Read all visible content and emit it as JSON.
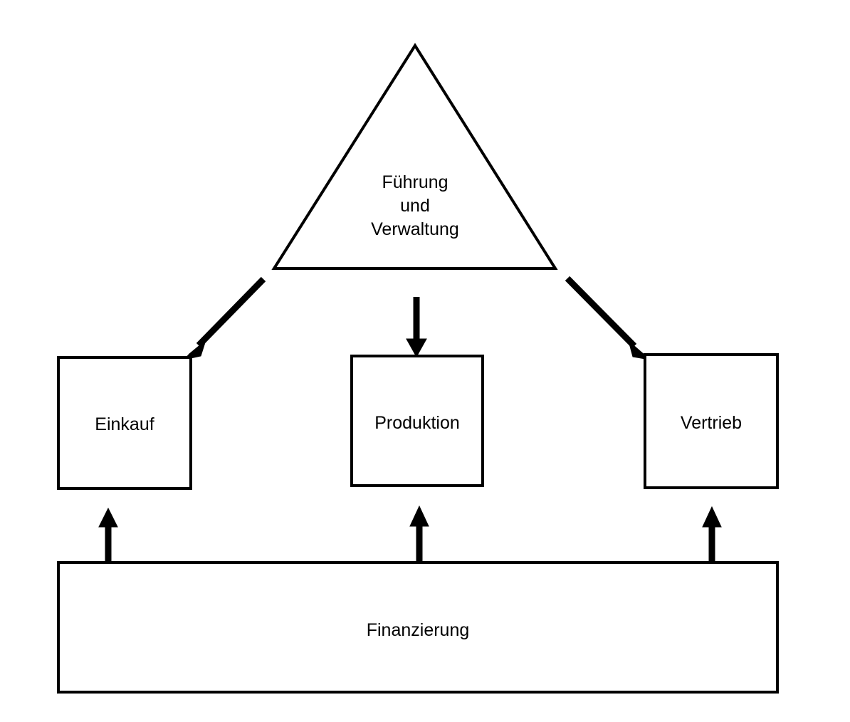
{
  "diagram": {
    "type": "organizational-structure-diagram",
    "language": "de",
    "background_color": "#ffffff",
    "stroke_color": "#000000",
    "text_color": "#000000",
    "nodes": {
      "leadership": {
        "shape": "triangle",
        "label": "Führung\nund\nVerwaltung",
        "lines": [
          "Führung",
          "und",
          "Verwaltung"
        ]
      },
      "purchasing": {
        "shape": "rectangle",
        "label": "Einkauf"
      },
      "production": {
        "shape": "rectangle",
        "label": "Produktion"
      },
      "sales": {
        "shape": "rectangle",
        "label": "Vertrieb"
      },
      "financing": {
        "shape": "rectangle",
        "label": "Finanzierung"
      }
    },
    "connectors": [
      {
        "name": "leadership-to-purchasing",
        "from": "leadership",
        "to": "purchasing",
        "direction": "down-left"
      },
      {
        "name": "leadership-to-production",
        "from": "leadership",
        "to": "production",
        "direction": "down"
      },
      {
        "name": "leadership-to-sales",
        "from": "leadership",
        "to": "sales",
        "direction": "down-right"
      },
      {
        "name": "financing-to-purchasing",
        "from": "financing",
        "to": "purchasing",
        "direction": "up"
      },
      {
        "name": "financing-to-production",
        "from": "financing",
        "to": "production",
        "direction": "up"
      },
      {
        "name": "financing-to-sales",
        "from": "financing",
        "to": "sales",
        "direction": "up"
      }
    ]
  }
}
